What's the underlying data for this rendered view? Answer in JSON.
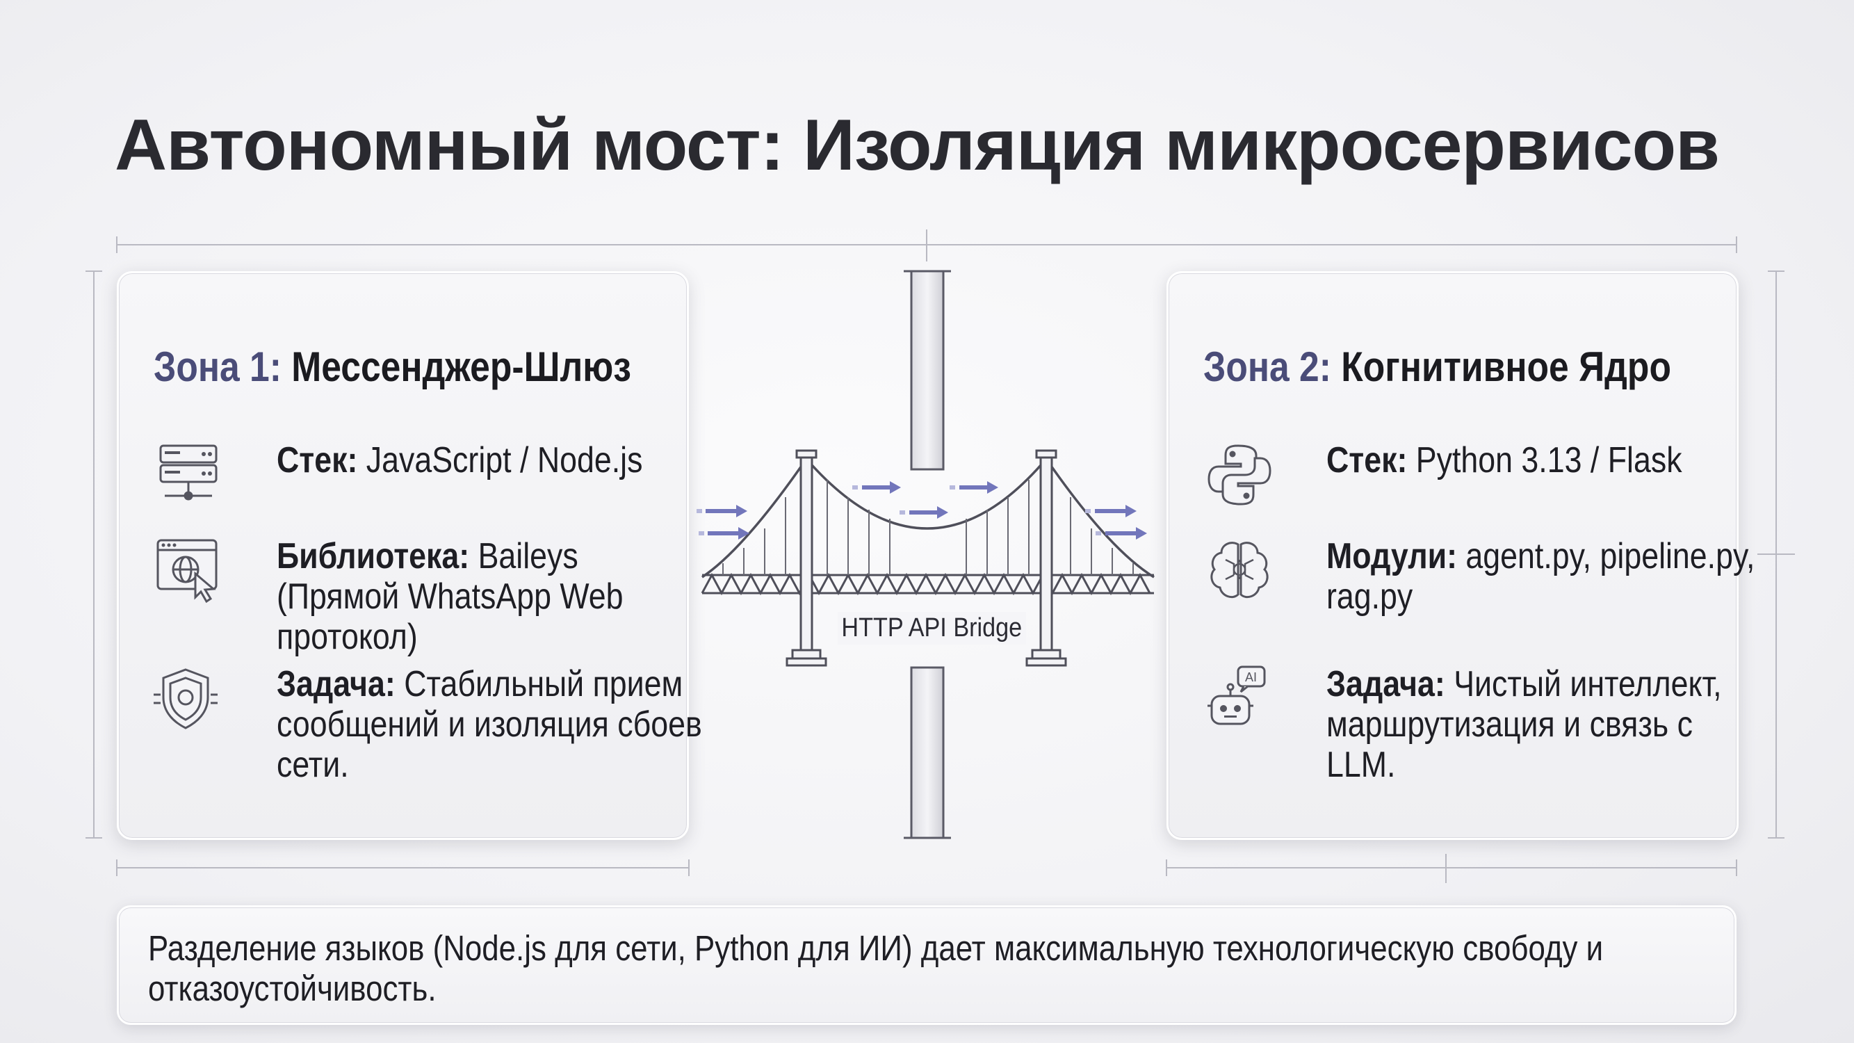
{
  "title": "Автономный мост: Изоляция микросервисов",
  "zones": [
    {
      "zone_label": "Зона 1:",
      "zone_name": "Мессенджер-Шлюз",
      "items": [
        {
          "icon": "server-icon",
          "label": "Стек:",
          "text": "JavaScript / Node.js"
        },
        {
          "icon": "web-browser-icon",
          "label": "Библиотека:",
          "text": "Baileys (Прямой WhatsApp Web протокол)"
        },
        {
          "icon": "shield-icon",
          "label": "Задача:",
          "text": "Стабильный прием сообщений и изоляция сбоев сети."
        }
      ]
    },
    {
      "zone_label": "Зона 2:",
      "zone_name": "Когнитивное Ядро",
      "items": [
        {
          "icon": "python-logo-icon",
          "label": "Стек:",
          "text": "Python 3.13 / Flask"
        },
        {
          "icon": "brain-icon",
          "label": "Модули:",
          "text": "agent.py, pipeline.py, rag.py"
        },
        {
          "icon": "ai-robot-icon",
          "label": "Задача:",
          "text": "Чистый интеллект, маршрутизация и связь с LLM."
        }
      ]
    }
  ],
  "bridge_label": "HTTP API Bridge",
  "footer": "Разделение языков (Node.js для сети, Python для ИИ) дает максимальную технологическую свободу и отказоустойчивость.",
  "colors": {
    "accent": "#4a4c78",
    "arrow": "#6f73b8",
    "line": "#5a5a66"
  }
}
